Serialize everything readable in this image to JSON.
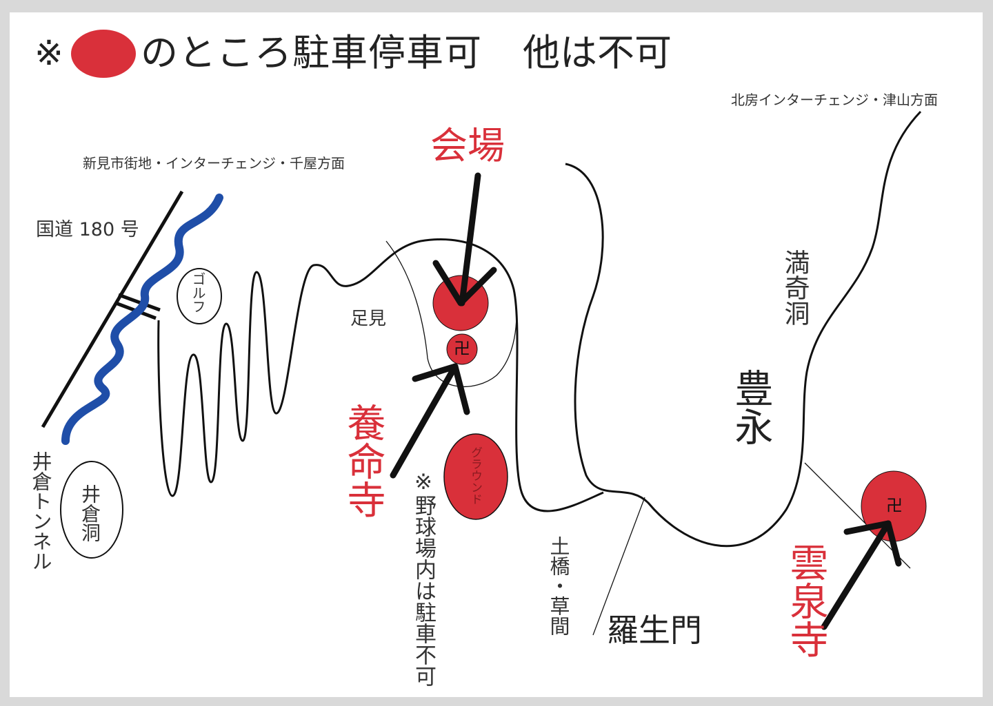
{
  "title": {
    "prefix": "※",
    "text": "のところ駐車停車可",
    "suffix": "他は不可"
  },
  "labels": {
    "niimi_direction": "新見市街地・インターチェンジ・千屋方面",
    "hokubo_direction": "北房インターチェンジ・津山方面",
    "route": "国道 180 号",
    "golf": "ゴルフ",
    "ashimi": "足見",
    "ikura_tunnel": "井倉トンネル",
    "ikura_cave": "井倉洞",
    "venue": "会場",
    "yomeiji": "養命寺",
    "ground": "グラウンド",
    "ballpark_note": "※野球場内は駐車不可",
    "dobashi_kusama": "土橋・草間",
    "rashomon": "羅生門",
    "mankido": "満奇洞",
    "toyonaga": "豊永",
    "unsenji": "雲泉寺",
    "temple_mark": "卍"
  },
  "colors": {
    "parking": "#d9303a",
    "river": "#1f4ea8",
    "road": "#111111"
  }
}
